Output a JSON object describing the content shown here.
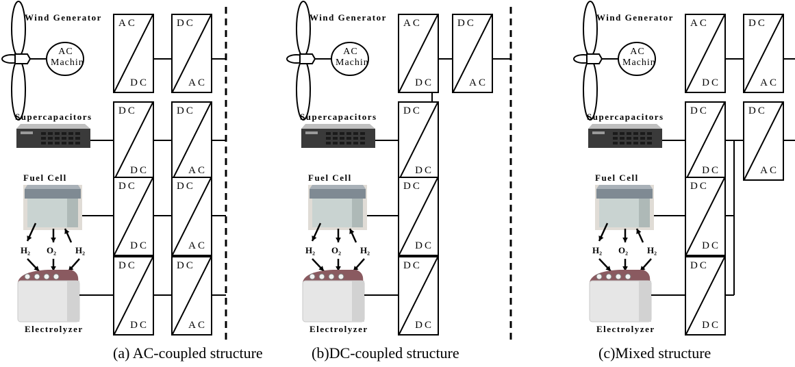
{
  "sources": {
    "wind_generator": "Wind Generator",
    "machine": "AC Machin",
    "supercapacitors": "Supercapacitors",
    "fuel_cell": "Fuel Cell",
    "electrolyzer": "Electrolyzer"
  },
  "gases": {
    "h2": "H₂",
    "o2": "O₂"
  },
  "converters": {
    "ac": "AC",
    "dc": "DC"
  },
  "captions": {
    "a": "(a) AC-coupled structure",
    "b": "(b)DC-coupled structure",
    "c": "(c)Mixed structure"
  }
}
